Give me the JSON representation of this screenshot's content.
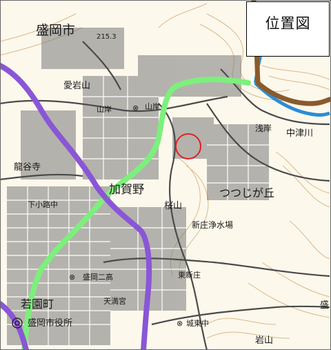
{
  "callout": {
    "title": "位置図"
  },
  "labels": {
    "morioka_city": "盛岡市",
    "elevation": "215.3",
    "atagoyama": "愛岩山",
    "yamagishi_left": "山岸",
    "yamagishi_center": "山岸",
    "asagishi": "浅岸",
    "nakatsugawa": "中津川",
    "ryukokuji": "龍谷寺",
    "kogaya": "加賀野",
    "sakurayama": "桜山",
    "tsutsujigaoka": "つつじが丘",
    "shinjo_water": "新庄浄水場",
    "koji_naka": "下小路中",
    "morioka_2ko": "盛岡二高",
    "higashi_shinjo": "東新庄",
    "wakazonocho": "若園町",
    "tenmangu": "天満宮",
    "city_hall": "盛岡市役所",
    "shirohigashi_naka": "城東中",
    "iwayama": "岩山",
    "mori_edge": "盛"
  },
  "colors": {
    "paper": "#fdf8ec",
    "contour": "#d9b98a",
    "road": "#4a4a4a",
    "green_route": "#7cf07c",
    "purple_route": "#8a56d6",
    "brown_route": "#8b5a2b",
    "river": "#2b8cd8",
    "marker": "#e02020"
  },
  "marker": {
    "label": ""
  }
}
